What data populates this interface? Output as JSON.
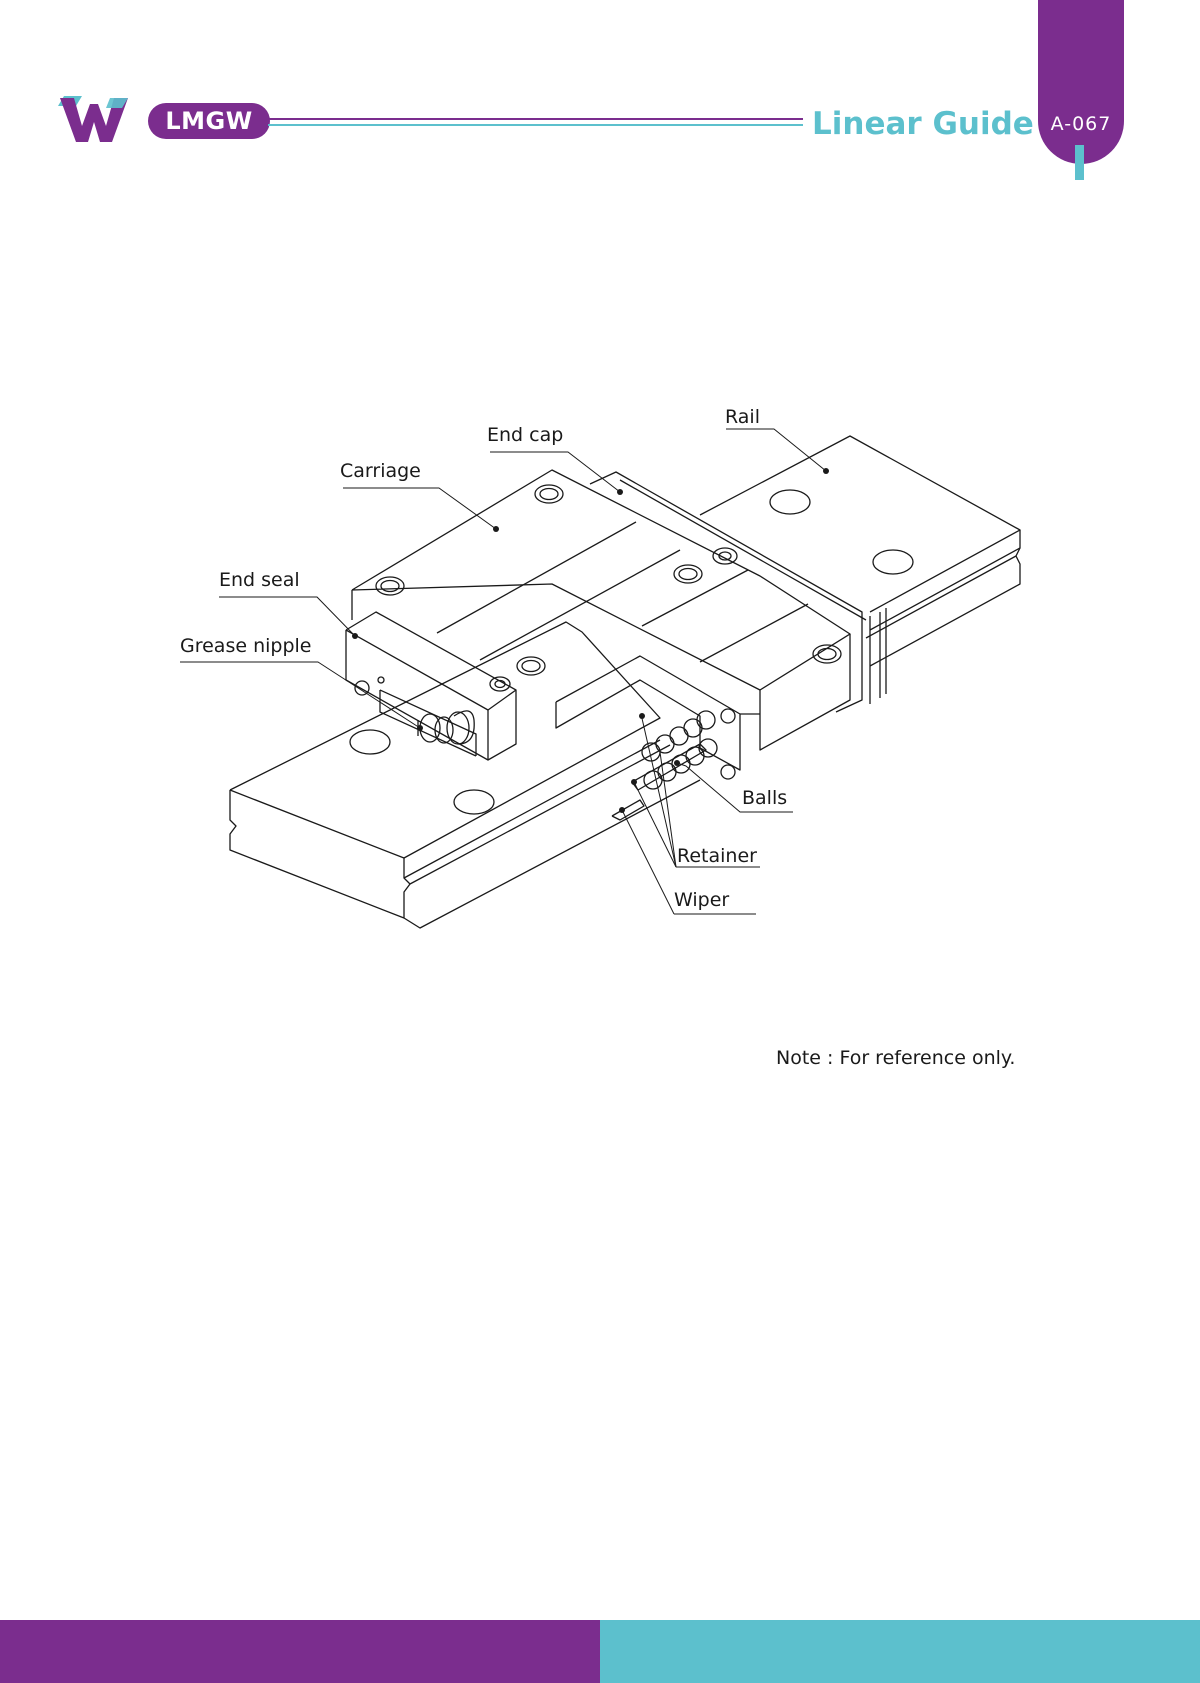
{
  "header": {
    "brand": "LMGW",
    "title": "Linear Guide",
    "page_number": "A-067"
  },
  "diagram": {
    "labels": {
      "rail": "Rail",
      "end_cap": "End cap",
      "carriage": "Carriage",
      "end_seal": "End seal",
      "grease_nipple": "Grease nipple",
      "balls": "Balls",
      "retainer": "Retainer",
      "wiper": "Wiper"
    }
  },
  "note": "Note : For reference only.",
  "colors": {
    "purple": "#7b2d8e",
    "teal": "#5cc0cd",
    "line": "#1a1a1a"
  },
  "icons": {
    "logo": "w-logo-icon"
  }
}
